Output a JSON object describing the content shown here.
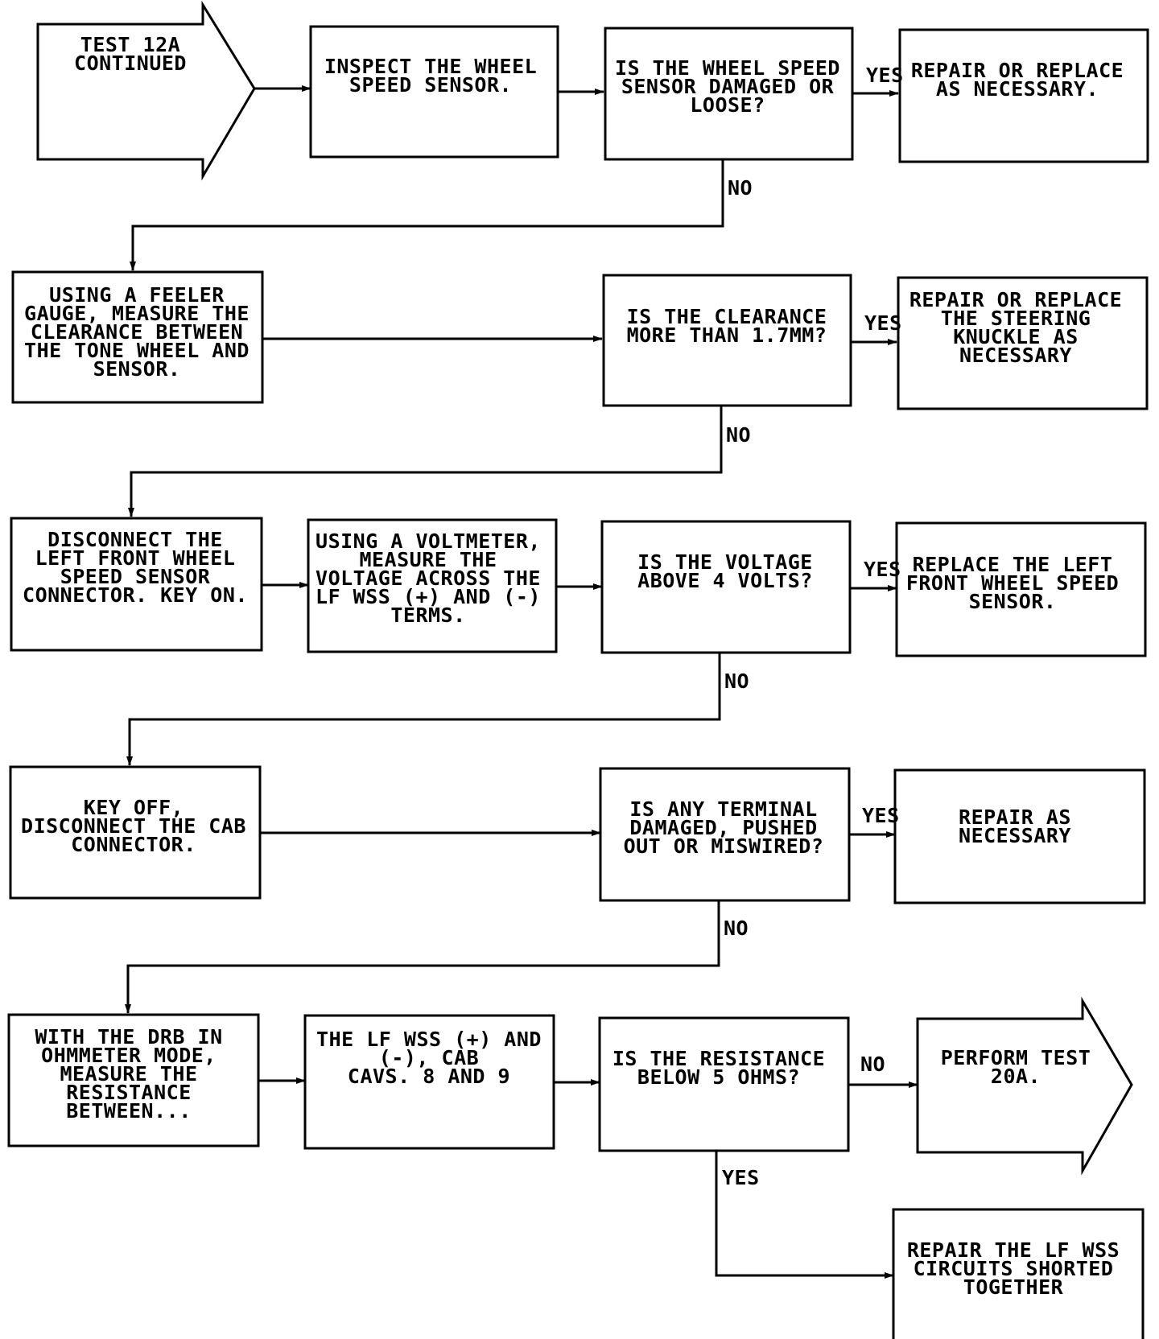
{
  "diagram": {
    "start": {
      "lines": [
        "TEST 12A",
        "CONTINUED"
      ]
    },
    "end": {
      "lines": [
        "PERFORM TEST",
        "20A."
      ]
    },
    "boxes": {
      "inspect_sensor": {
        "lines": [
          "INSPECT THE WHEEL",
          "SPEED SENSOR."
        ]
      },
      "q_damaged": {
        "lines": [
          "IS THE WHEEL SPEED",
          "SENSOR DAMAGED OR",
          "LOOSE?"
        ]
      },
      "repair_replace": {
        "lines": [
          "REPAIR OR REPLACE",
          "AS NECESSARY."
        ]
      },
      "feeler_gauge": {
        "lines": [
          "USING A FEELER",
          "GAUGE, MEASURE THE",
          "CLEARANCE BETWEEN",
          "THE TONE WHEEL AND",
          "SENSOR."
        ]
      },
      "q_clearance": {
        "lines": [
          "IS THE CLEARANCE",
          "MORE THAN 1.7MM?"
        ]
      },
      "repair_knuckle": {
        "lines": [
          "REPAIR OR REPLACE",
          "THE STEERING",
          "KNUCKLE AS",
          "NECESSARY"
        ]
      },
      "disconnect_sensor": {
        "lines": [
          "DISCONNECT THE",
          "LEFT FRONT WHEEL",
          "SPEED SENSOR",
          "CONNECTOR. KEY ON."
        ]
      },
      "voltmeter": {
        "lines": [
          "USING A VOLTMETER,",
          "MEASURE THE",
          "VOLTAGE ACROSS THE",
          "LF WSS (+) AND (-)",
          "TERMS."
        ]
      },
      "q_voltage": {
        "lines": [
          "IS THE VOLTAGE",
          "ABOVE 4 VOLTS?"
        ]
      },
      "replace_sensor": {
        "lines": [
          "REPLACE THE LEFT",
          "FRONT WHEEL SPEED",
          "SENSOR."
        ]
      },
      "disconnect_cab": {
        "lines": [
          "KEY OFF,",
          "DISCONNECT THE CAB",
          "CONNECTOR."
        ]
      },
      "q_terminal": {
        "lines": [
          "IS ANY TERMINAL",
          "DAMAGED, PUSHED",
          "OUT OR MISWIRED?"
        ]
      },
      "repair_terminal": {
        "lines": [
          "REPAIR AS",
          "NECESSARY"
        ]
      },
      "ohmmeter": {
        "lines": [
          "WITH THE DRB IN",
          "OHMMETER MODE,",
          "MEASURE THE",
          "RESISTANCE",
          "BETWEEN..."
        ]
      },
      "cab_cavs": {
        "lines": [
          "THE LF WSS (+) AND",
          "(-), CAB",
          "CAVS. 8 AND 9"
        ]
      },
      "q_resistance": {
        "lines": [
          "IS THE RESISTANCE",
          "BELOW 5 OHMS?"
        ]
      },
      "repair_circuits": {
        "lines": [
          "REPAIR THE LF WSS",
          "CIRCUITS SHORTED",
          "TOGETHER"
        ]
      }
    },
    "edge_labels": {
      "yes_1": "YES",
      "no_1": "NO",
      "yes_2": "YES",
      "no_2": "NO",
      "yes_3": "YES",
      "no_3": "NO",
      "yes_4": "YES",
      "no_4": "NO",
      "no_5": "NO",
      "yes_5": "YES"
    }
  }
}
